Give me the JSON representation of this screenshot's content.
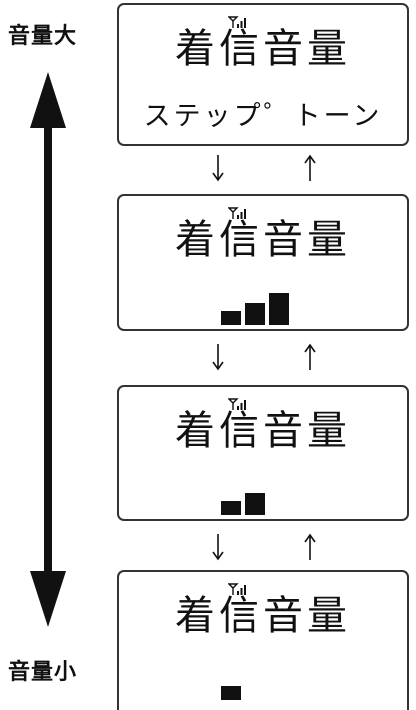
{
  "side_labels": {
    "high": "音量大",
    "low": "音量小"
  },
  "screens": [
    {
      "title": "着信音量",
      "subtitle": "ステップ゜トーン",
      "volume_level": null
    },
    {
      "title": "着信音量",
      "subtitle": "",
      "volume_level": 3
    },
    {
      "title": "着信音量",
      "subtitle": "",
      "volume_level": 2
    },
    {
      "title": "着信音量",
      "subtitle": "",
      "volume_level": 1
    }
  ],
  "icons": {
    "signal": "antenna-signal-icon",
    "down": "down-arrow-icon",
    "up": "up-arrow-icon",
    "volume_range": "double-headed-arrow-icon"
  }
}
